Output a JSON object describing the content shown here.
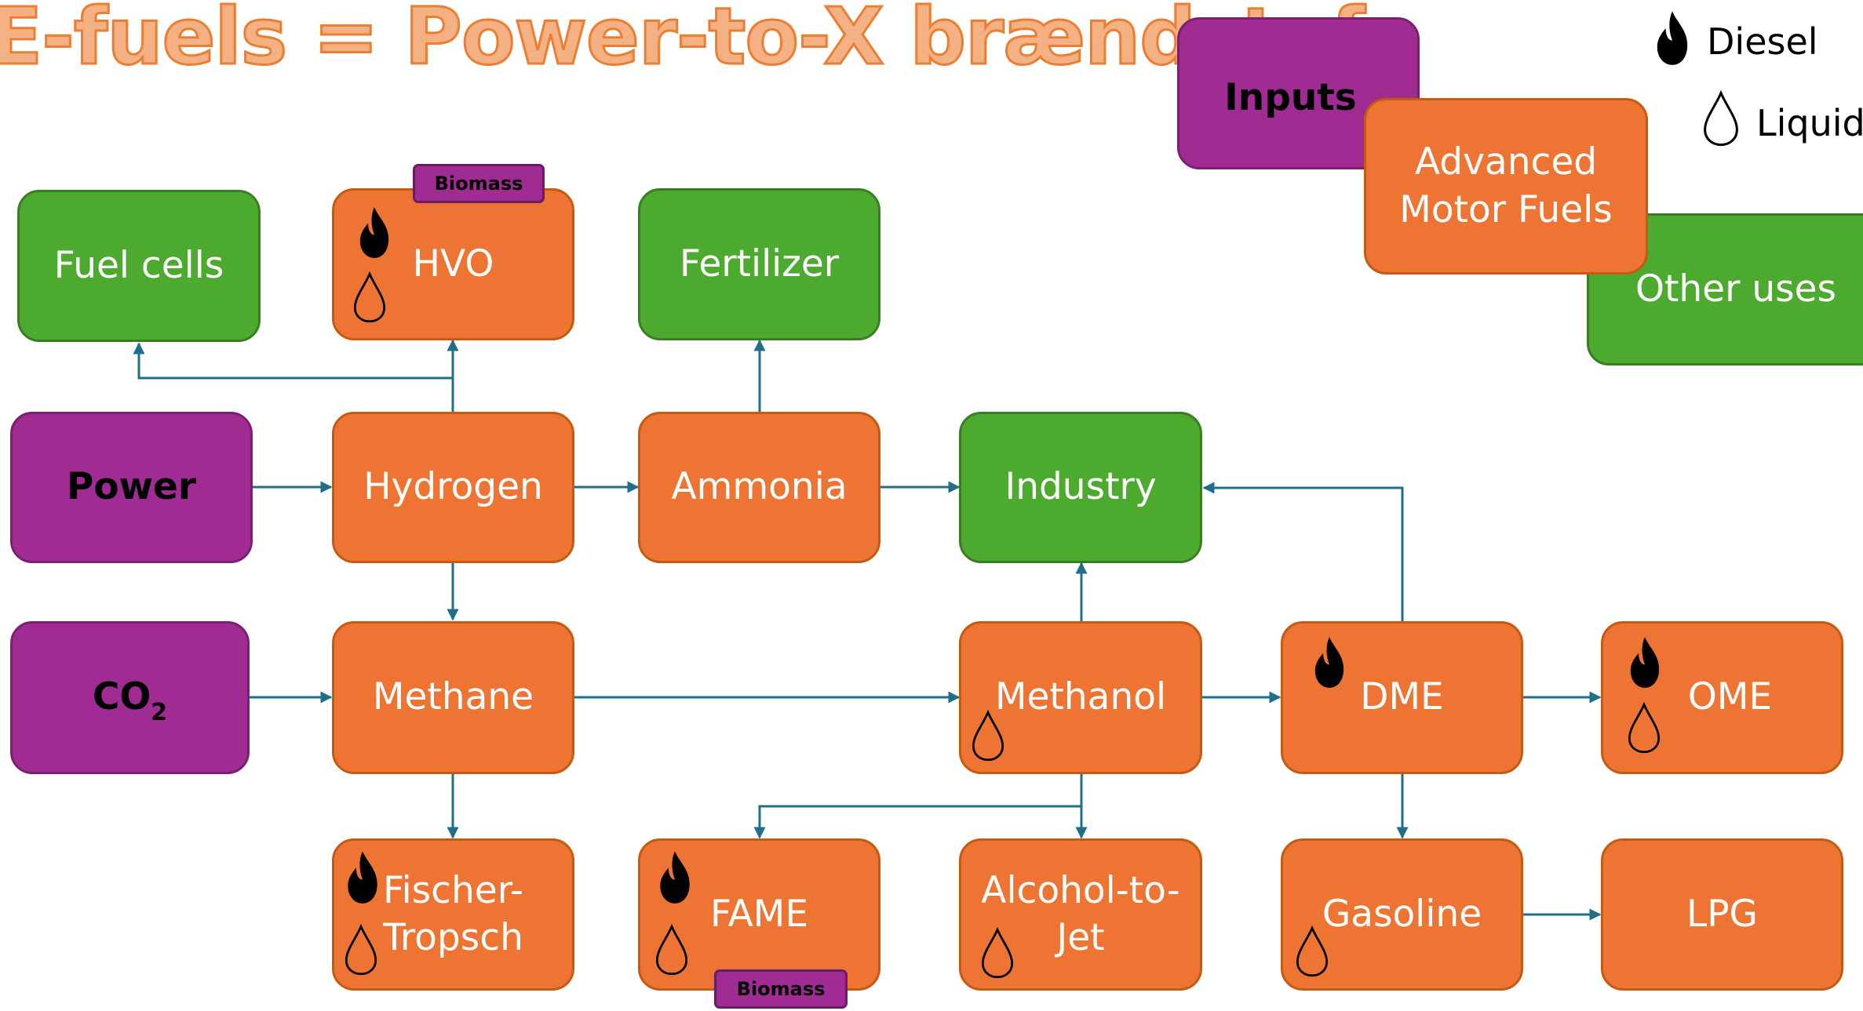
{
  "title": "E-fuels = Power-to-X brændstof",
  "colors": {
    "orange": "#ed7432",
    "green": "#4caa2f",
    "purple": "#a02b93",
    "arrow": "#1f6f8b"
  },
  "legend": {
    "categories": [
      "Inputs",
      "Advanced Motor Fuels",
      "Other uses"
    ],
    "icons": [
      {
        "icon": "flame-icon",
        "label": "Diesel"
      },
      {
        "icon": "droplet-icon",
        "label": "Liquid"
      }
    ]
  },
  "nodes": {
    "power": "Power",
    "co2": "CO",
    "co2_sub": "2",
    "hydrogen": "Hydrogen",
    "methane": "Methane",
    "ammonia": "Ammonia",
    "industry": "Industry",
    "methanol": "Methanol",
    "dme": "DME",
    "ome": "OME",
    "fuel_cells": "Fuel cells",
    "hvo": "HVO",
    "fertilizer": "Fertilizer",
    "fischer_tropsch": "Fischer-\nTropsch",
    "fame": "FAME",
    "alcohol_to_jet": "Alcohol-to-\nJet",
    "gasoline": "Gasoline",
    "lpg": "LPG",
    "biomass_tag": "Biomass"
  },
  "edges": [
    [
      "Power",
      "Hydrogen"
    ],
    [
      "Hydrogen",
      "Ammonia"
    ],
    [
      "Ammonia",
      "Industry"
    ],
    [
      "Hydrogen",
      "HVO"
    ],
    [
      "Hydrogen",
      "Fuel cells"
    ],
    [
      "Ammonia",
      "Fertilizer"
    ],
    [
      "Hydrogen",
      "Methane"
    ],
    [
      "CO2",
      "Methane"
    ],
    [
      "Methane",
      "Methanol"
    ],
    [
      "Methanol",
      "Industry"
    ],
    [
      "Methanol",
      "DME"
    ],
    [
      "DME",
      "OME"
    ],
    [
      "DME",
      "Industry"
    ],
    [
      "Methane",
      "Fischer-Tropsch"
    ],
    [
      "Methanol",
      "FAME"
    ],
    [
      "Methanol",
      "Alcohol-to-Jet"
    ],
    [
      "DME",
      "Gasoline"
    ],
    [
      "Gasoline",
      "LPG"
    ]
  ]
}
